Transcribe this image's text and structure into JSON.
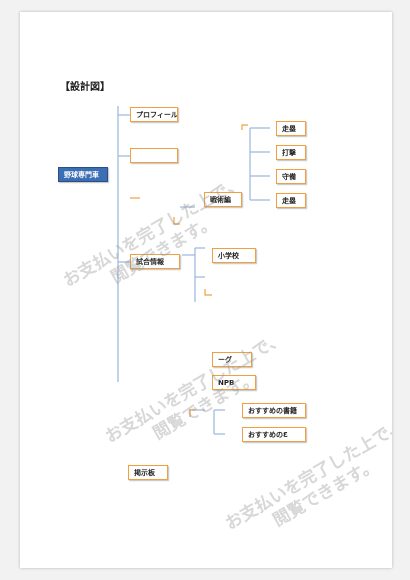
{
  "heading": "【設計図】",
  "boxes": {
    "root": "野球専門車",
    "profile": "プロフィール",
    "blank1": "",
    "tactics": "戦術編",
    "base_run": "走塁",
    "batting": "打撃",
    "fielding": "守備",
    "base_run_2": "走塁",
    "match_info": "試合情報",
    "elementary": "小学校",
    "league": "ーグ",
    "npb": "NPB",
    "book1": "おすすめの書籍",
    "book2": "おすすめのƐ",
    "board": "掲示板"
  },
  "watermark": {
    "line1": "お支払いを完了した上で、",
    "line2": "閲覧できます。"
  }
}
